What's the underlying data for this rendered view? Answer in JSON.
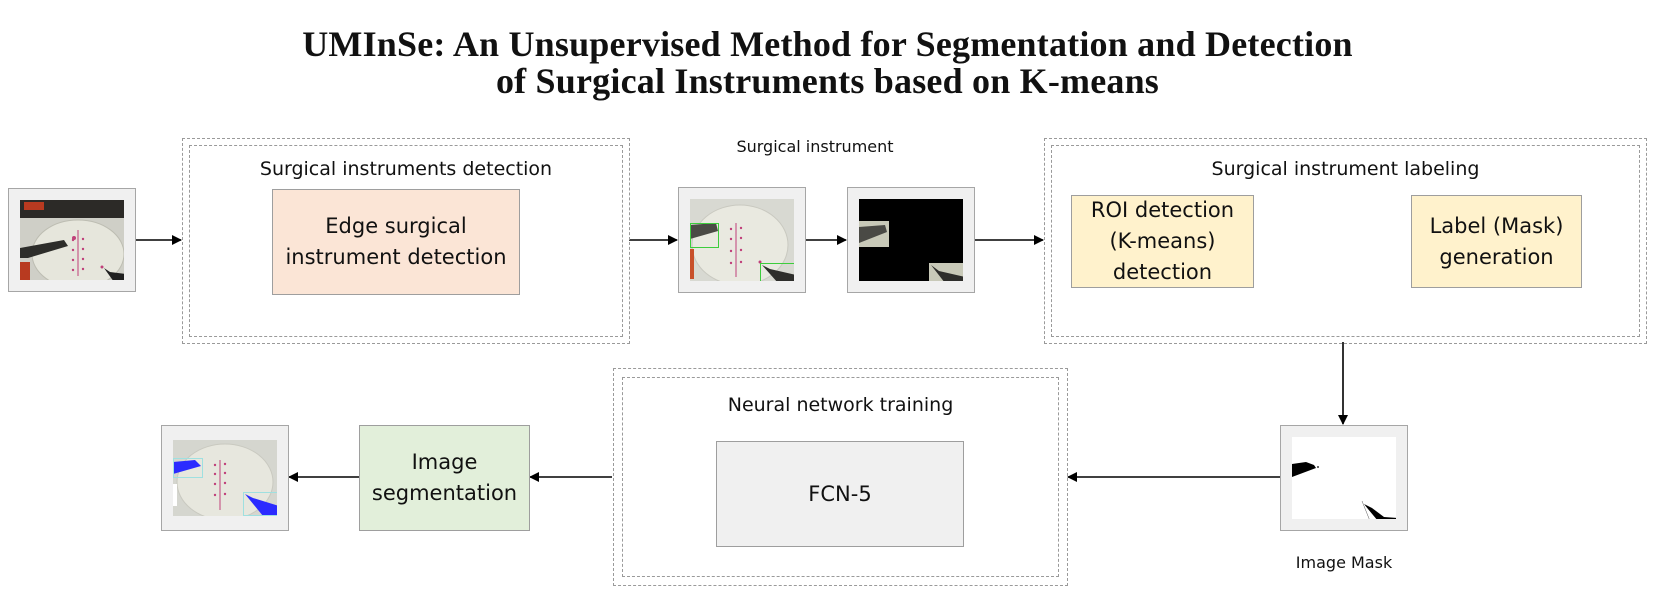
{
  "title": {
    "line1": "UMInSe: An Unsupervised Method for Segmentation and Detection",
    "line2": "of Surgical Instruments based on K-means"
  },
  "groups": {
    "detection": {
      "title": "Surgical instruments detection",
      "box": {
        "line1": "Edge surgical",
        "line2": "instrument detection"
      }
    },
    "labeling": {
      "title": "Surgical instrument labeling",
      "roi_box": {
        "line1": "ROI detection",
        "line2": "(K-means)",
        "line3": "detection"
      },
      "mask_box": {
        "line1": "Label (Mask)",
        "line2": "generation"
      }
    },
    "training": {
      "title": "Neural network training",
      "box": {
        "label": "FCN-5"
      }
    }
  },
  "segmentation_box": {
    "line1": "Image",
    "line2": "segmentation"
  },
  "labels": {
    "surgical_instrument": "Surgical instrument",
    "image_mask": "Image Mask"
  },
  "images": {
    "input": "input-surgical-frame",
    "detected": "detected-instruments-frame",
    "cropped": "cropped-instruments-frame",
    "mask": "image-mask-frame",
    "output": "segmented-output-frame"
  },
  "colors": {
    "peach": "#fbe5d6",
    "yellow": "#fff2cc",
    "green": "#e2efda",
    "gray": "#f0f0f0",
    "detection_box": "#33cc33",
    "segment_blue": "#2b2bff",
    "segment_box": "#9fe0e0"
  }
}
